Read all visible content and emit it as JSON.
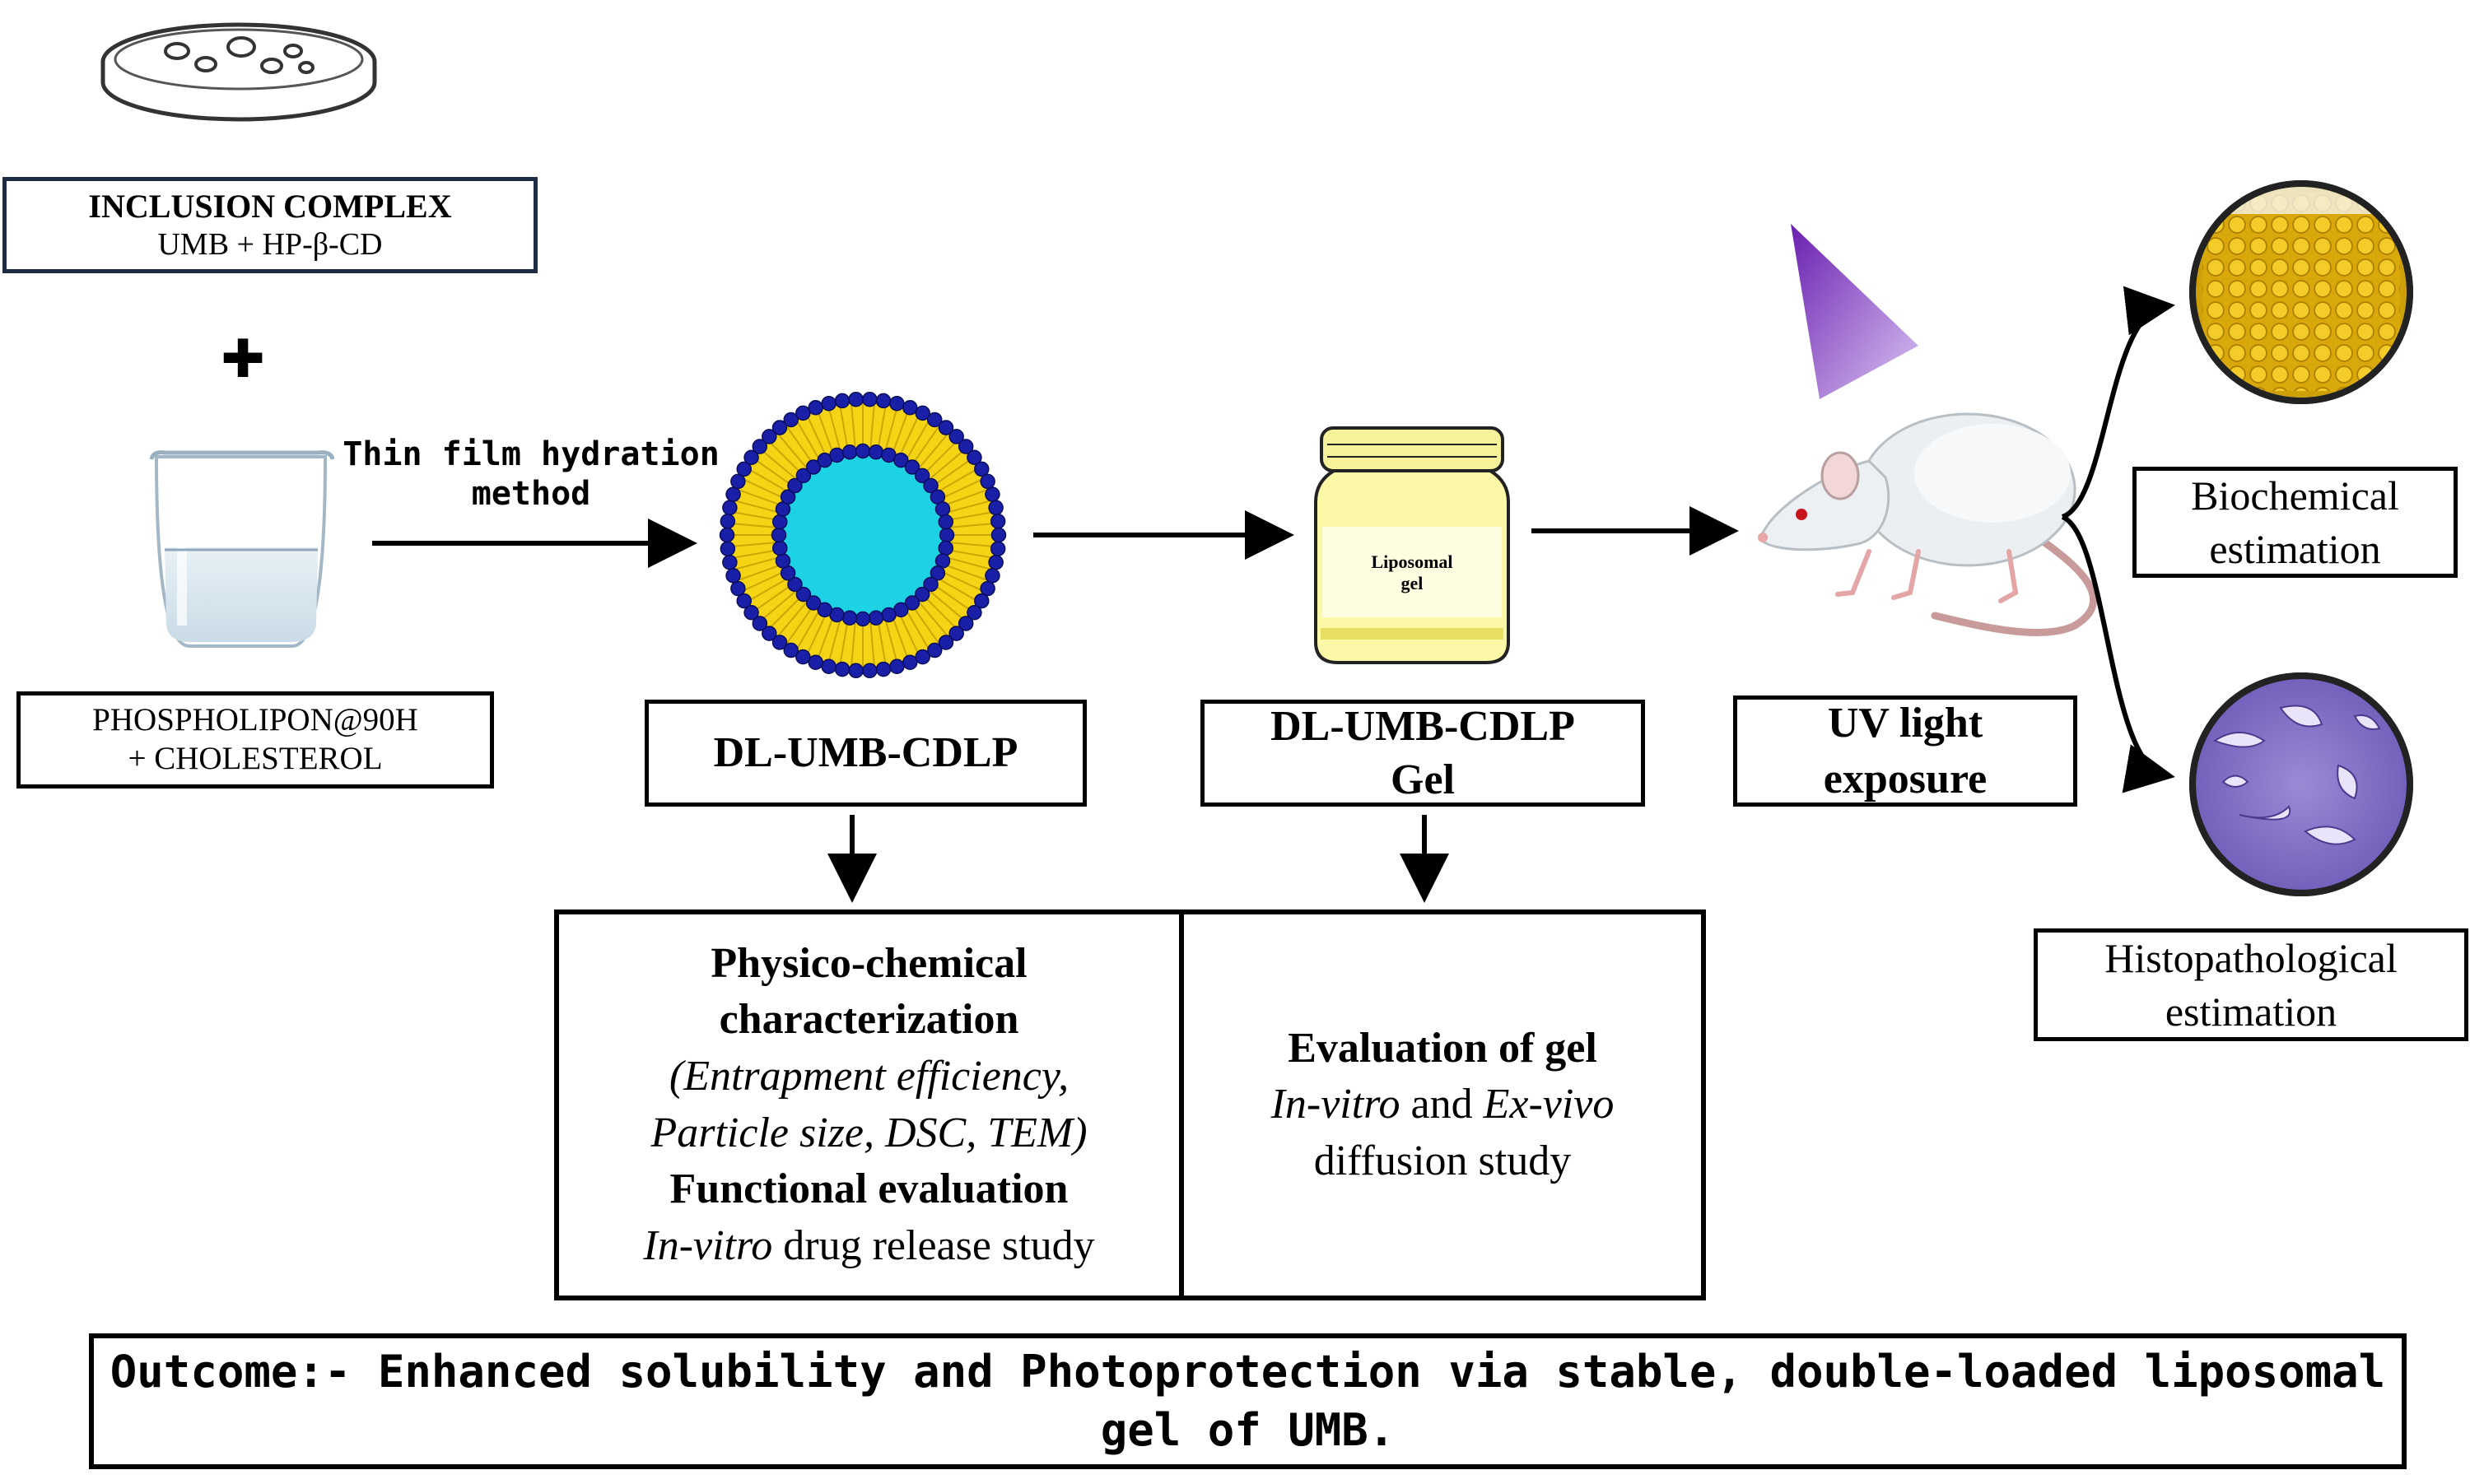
{
  "inclusion": {
    "title": "INCLUSION COMPLEX",
    "formula": "UMB + HP-β-CD"
  },
  "plus_sign": "✚",
  "phospholipid": {
    "line1": "PHOSPHOLIPON@90H",
    "line2": "+ CHOLESTEROL"
  },
  "method": {
    "line1": "Thin film hydration",
    "line2": "method"
  },
  "liposome": {
    "label": "DL-UMB-CDLP"
  },
  "jar": {
    "line1": "Liposomal",
    "line2": "gel"
  },
  "gel": {
    "line1": "DL-UMB-CDLP",
    "line2": "Gel"
  },
  "uv": {
    "line1": "UV light",
    "line2": "exposure"
  },
  "biochemical": {
    "line1": "Biochemical",
    "line2": "estimation"
  },
  "histopathological": {
    "line1": "Histopathological",
    "line2": "estimation"
  },
  "characterization": {
    "heading1": "Physico-chemical",
    "heading2": "characterization",
    "detail1": "(Entrapment efficiency,",
    "detail2": "Particle size, DSC, TEM)",
    "functional": "Functional evaluation",
    "release_italic": "In-vitro",
    "release_rest": " drug release study"
  },
  "gel_eval": {
    "heading": "Evaluation of gel",
    "invitro": "In-vitro",
    "and": " and ",
    "exvivo": "Ex-vivo",
    "study": "diffusion study"
  },
  "outcome": {
    "line1": "Outcome:- Enhanced solubility and Photoprotection via stable, double-loaded liposomal",
    "line2": "gel of UMB."
  }
}
